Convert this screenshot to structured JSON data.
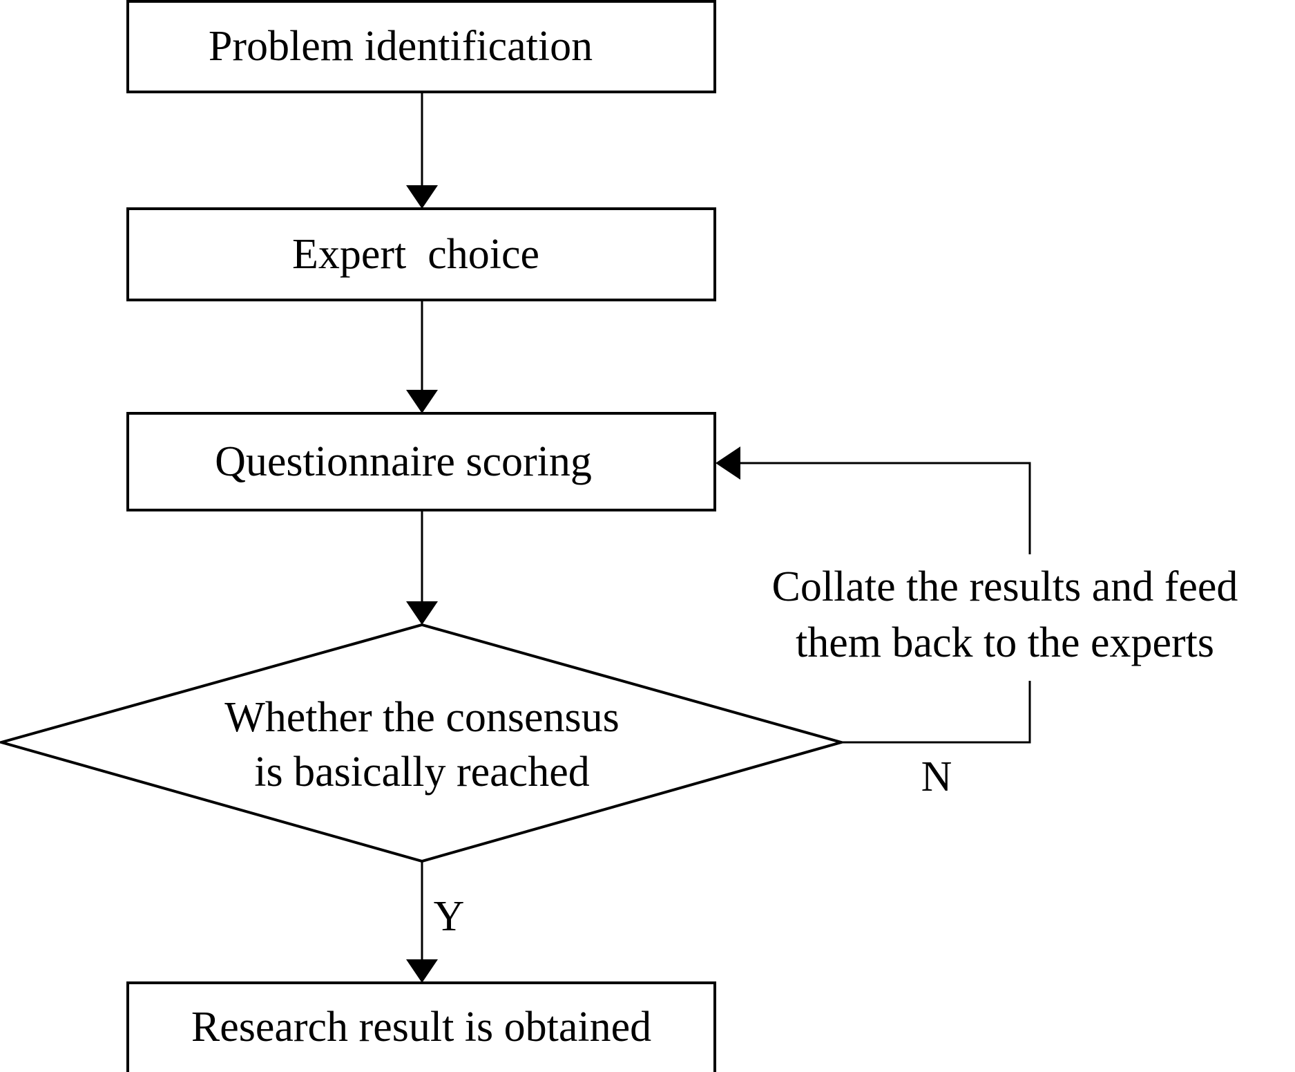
{
  "diagram": {
    "type": "flowchart",
    "nodes": {
      "problem_identification": {
        "shape": "rectangle",
        "label": "Problem identification"
      },
      "expert_choice": {
        "shape": "rectangle",
        "label": "Expert  choice"
      },
      "questionnaire_scoring": {
        "shape": "rectangle",
        "label": "Questionnaire scoring"
      },
      "consensus_decision": {
        "shape": "diamond",
        "label_line1": "Whether the consensus",
        "label_line2": "is basically reached"
      },
      "research_result": {
        "shape": "rectangle",
        "label": "Research result is obtained"
      }
    },
    "edges": {
      "feedback": {
        "from": "consensus_decision",
        "to": "questionnaire_scoring",
        "label_line1": "Collate the results and feed",
        "label_line2": "them back to the experts",
        "condition": "N"
      },
      "yes_branch": {
        "from": "consensus_decision",
        "to": "research_result",
        "condition": "Y"
      }
    },
    "colors": {
      "stroke": "#000000",
      "background": "#ffffff"
    }
  }
}
